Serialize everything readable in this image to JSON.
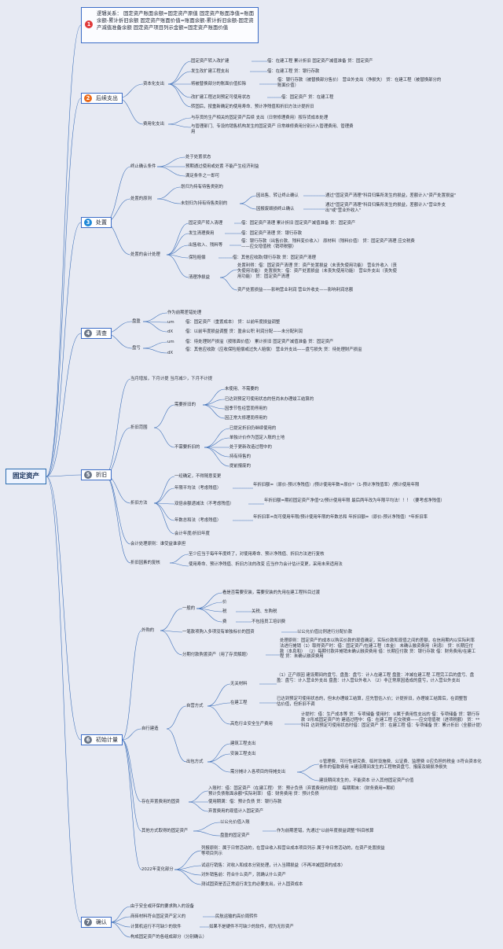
{
  "root": "固定资产",
  "b1": {
    "num": "1",
    "text": "逻辑关系： 固定资产账面余额=固定资产原值 固定资产账面净值=账面余额-累计折旧余额 固定资产账面价值=账面余额-累计折旧余额-固定资产减值准备余额 固定资产项目列示金额=固定资产账面价值"
  },
  "b2": {
    "num": "2",
    "title": "后续支出",
    "cap": "资本化支出",
    "c1": "固定资产转入改扩建",
    "c1r": "借：在建工程 累计折旧 固定资产减值准备 贷：固定资产",
    "c2": "发生改扩建工程支出",
    "c2r": "借：在建工程 贷：银行存款",
    "c3": "将被替换部分的账面价值扣除",
    "c3r": "借：银行存款（被替换部分售价） 营业外支出（净损失） 贷：在建工程（被替换部分的账面价值）",
    "c4": "改扩建工程达到预定可使用状态",
    "c4r": "借：固定资产 贷：在建工程",
    "c5": "转固后，按重新确定的使用寿命、预计净残值和折旧方法计提折旧",
    "exp": "费用化支出",
    "e1": "与存货的生产相关的固定资产后续 支出（日常修理费用）按存货成本处理",
    "e2": "与管理部门、专设的销售机构发生的固定资产 日常维修费用分别计入管理费用、管理费用"
  },
  "b3": {
    "num": "3",
    "title": "处置",
    "t1": "终止确认条件",
    "t1a": "处于处置状态",
    "t1b": "预期通过使用或处置 不能产生经济利益",
    "t1c": "满足条件之一即可",
    "t2": "处置的原则",
    "t2a": "划归为持有待售类别的",
    "t2b": "未划归为持有待售类别的",
    "t2b1": "因出售、转让终止确认",
    "t2b1r": "通过\"固定资产清理\"科目归集所发生的损益，差额计入\"资产处置损益\"",
    "t2b2": "因报废毁损终止确认",
    "t2b2r": "通过\"固定资产清理\"科目归集所发生的损益，差额计入\"营业外支出\"或\"营业外收入\"",
    "t3": "处置的会计处理",
    "t3a": "固定资产转入清理",
    "t3ar": "借：固定资产清理 累计折旧 固定资产减值准备 贷：固定资产",
    "t3b": "发生清理费用",
    "t3br": "借：固定资产清理 贷：银行存款",
    "t3c": "出售收入、残料等",
    "t3cr": "借：银行存款（出售价款、残料变价收入） 原材料（残料价值） 贷：固定资产清理 应交税费——应交增值税（销项税额）",
    "t3d": "保险赔偿",
    "t3dr": "借：其他应收款/银行存款 贷：固定资产清理",
    "t3e": "清理净损益",
    "t3e1": "处置利得：借：固定资产清理 贷：资产处置损益（未丧失使用功能） 营业外收入（丧失使用功能） 处置损失：借：资产处置损益（未丧失使用功能） 营业外支出（丧失使用功能） 贷：固定资产清理",
    "t3e2": "资产处置损益——影响营业利润 营业外收支——影响利润总额"
  },
  "b4": {
    "num": "4",
    "title": "清查",
    "p1": "盘盈",
    "p1a": "作为前期差错处理",
    "p1b": "um",
    "p1br": "借：固定资产（重置成本） 贷：以前年度损益调整",
    "p1c": "dX",
    "p1cr": "借：以前年度损益调整 贷：盈余公积 利润分配——未分配利润",
    "p2": "盘亏",
    "p2a": "um",
    "p2ar": "借：待处理财产损溢（按账面价值） 累计折旧 固定资产减值准备 贷：固定资产",
    "p2b": "dX",
    "p2br": "借：其他应收款（应收保险赔偿或过失人赔偿） 营业外支出——盘亏损失 贷：待处理财产损溢"
  },
  "b5": {
    "num": "5",
    "title": "折旧",
    "d0": "当月增加，下月计提 当月减少，下月不计提",
    "s1": "折旧范围",
    "s1a": "需要折旧的",
    "s1a1": "未使用、不需要的",
    "s1a2": "已达到预定可使用状态的但尚未办理竣工结算的",
    "s1a3": "因季节性经营而停用的",
    "s1a4": "因正常大修理而停用的",
    "s1b": "不需要折旧的",
    "s1b1": "已提足折旧仍继续使用的",
    "s1b2": "单独计价作为固定入账的土地",
    "s1b3": "处于更新改造过程中的",
    "s1b4": "持有待售的",
    "s1b5": "提前报废的",
    "s2": "折旧方法",
    "s2a": "一经确定，不得随意变更",
    "s2b": "年限平均法（考虑残值）",
    "s2br": "年折旧额=（原价-预计净残值）/预计使用年数=原价*（1-预计净残值率）/预计使用年限",
    "s2c": "双倍余额递减法（不考虑残值）",
    "s2cr": "年折旧额=期初固定资产净值*2/预计使用年限 最后两年改为年限平均法！！！（要考虑净残值）",
    "s2d": "年数总和法（考虑残值）",
    "s2dr": "年折旧率=尚可使用年限/预计使用年限的年数总和 年折旧额=（原价-预计净残值）*年折旧率",
    "s2e": "会计年度/折旧年度",
    "s3": "会计处理原则：谁受益谁承担",
    "s4": "折旧因素的复核",
    "s4a": "至少应当于每年年度终了，对使用寿命、预计净残值、折旧方法进行复核",
    "s4b": "使用寿命、预计净残值、折旧方法的改变 应当作为会计估计变更，采用未来适用法"
  },
  "b6": {
    "num": "6",
    "title": "初始计量",
    "w": "外购的",
    "w1": "一般的",
    "w1a": "看是否需要安装，需要安装的先用在建工程科目过渡",
    "w1b": "价",
    "w1c": "税",
    "w1cr": "关税、车购税",
    "w1d": "费",
    "w1dr": "不包括员工培训费",
    "w2": "一笔款项购入多项没有单独标价的固资",
    "w2r": "以公允价值比例进行分配价款",
    "w3": "分期付款购置资产（用了存货解题）",
    "w3r": "处理原则：固定资产的成本以购买价款的现值确定，实际价款和现值之间的差额，在信用期内以实际利率法进行摊销（1）取得资产时：借：固定资产/在建工程（本金） 未确认融资费用（利息） 贷：长期应付款（本息和） （2）每期付款并摊销未确认融资费用 借：长期应付款 贷：银行存款 借：财务费用/在建工程 贷：未确认融资费用",
    "z": "自行建造",
    "z1": "自营方式",
    "z1a": "无关材料",
    "z1ar": "（1）正产原因 建设期间的盘亏、盘盈：盘亏：计入在建工程 盘盈：冲减在建工程 工程完工后的盘亏、盘盈：盘亏：计入营业外支出 盘盈：计入营业外收入 （2）非正常原因造成的盘亏，计入营业外支出",
    "z1b": "在建工程",
    "z1br": "已达到预定可使用状态的，但未办理竣工结算，应先暂估入价；计提折旧，办理竣工结算后，在调整暂估价值，但折旧不调",
    "z1c": "高危行业安全生产费用",
    "z1cr": "计提时：借：生产成本等 贷：专项储备 使用时：①属于费用性支出的 借：专项储备 贷：银行存款 ②形成固定资产的 建造过程中：借：在建工程 应交税费——应交增值税（进项税额） 贷：**科目 达到预定可使用状态时借：固定资产 贷：在建工程 借：专项储备 贷：累计折旧（全额计提）",
    "z2": "出包方式",
    "z2a": "建筑工程支出",
    "z2b": "安装工程支出",
    "z2c": "需分摊计入各项目的待摊支出",
    "z2c1": "①管理费、可行性研究费、临时设施费、公证费、监理费 ②应负担的税金 ③符合资本化条件的借款费用 ④建设期间发生的工程物资盘亏、报废及毁损净损失",
    "z2c2": "建设期间发生的，不能资本 计入其他固定资产价值",
    "q": "存在弃置费用的固资",
    "q1": "入账时：借：固定资产（在建工程） 贷：预计负债（弃置费用的现值） 每期期末：（财务费用=期初预计负债账面余额*实际利率） 借：财务费用 贷：预计负债",
    "q2": "使用期满：借：预计负债 贷：银行存款",
    "q3": "弃置费用的现值计入固定资产",
    "o": "其他方式取得的固定资产",
    "o1": "以公允价值入账",
    "o2": "盘盈的固定资产",
    "o2r": "作为前期差错，先通过\"以前年度损益调整\"科目核算",
    "y": "2022年变化部分",
    "y1": "列报原则：属于日常活动的，在营业收入和营业成本项目列示 属于非日常活动的，在资产处置损益等项目列示",
    "y2": "试运行销售：对收入和成本分别处理，计入当期损益（不再冲减固资的成本）",
    "y3": "对外销售前：符合什么资产，就确认什么资产",
    "y4": "测试固资是否正常运行发生的必要支出，计入固资成本"
  },
  "b7": {
    "num": "7",
    "title": "确认",
    "r1": "由于安全或环保的要求购入的设备",
    "r2": "商砖材料符合固定资产定义的",
    "r2r": "民航运输的高价周转件",
    "r3": "计算机运行不可缺少的软件",
    "r3r": "如果不是硬件不可缺少的软件，视为无形资产",
    "r4": "构成固定资产的各组成部分（分别确认）"
  },
  "colors": {
    "line": "#3d6fb8",
    "accent_red": "#e0393a",
    "accent_orange": "#ea6a1a",
    "accent_blue": "#1e88d8"
  }
}
